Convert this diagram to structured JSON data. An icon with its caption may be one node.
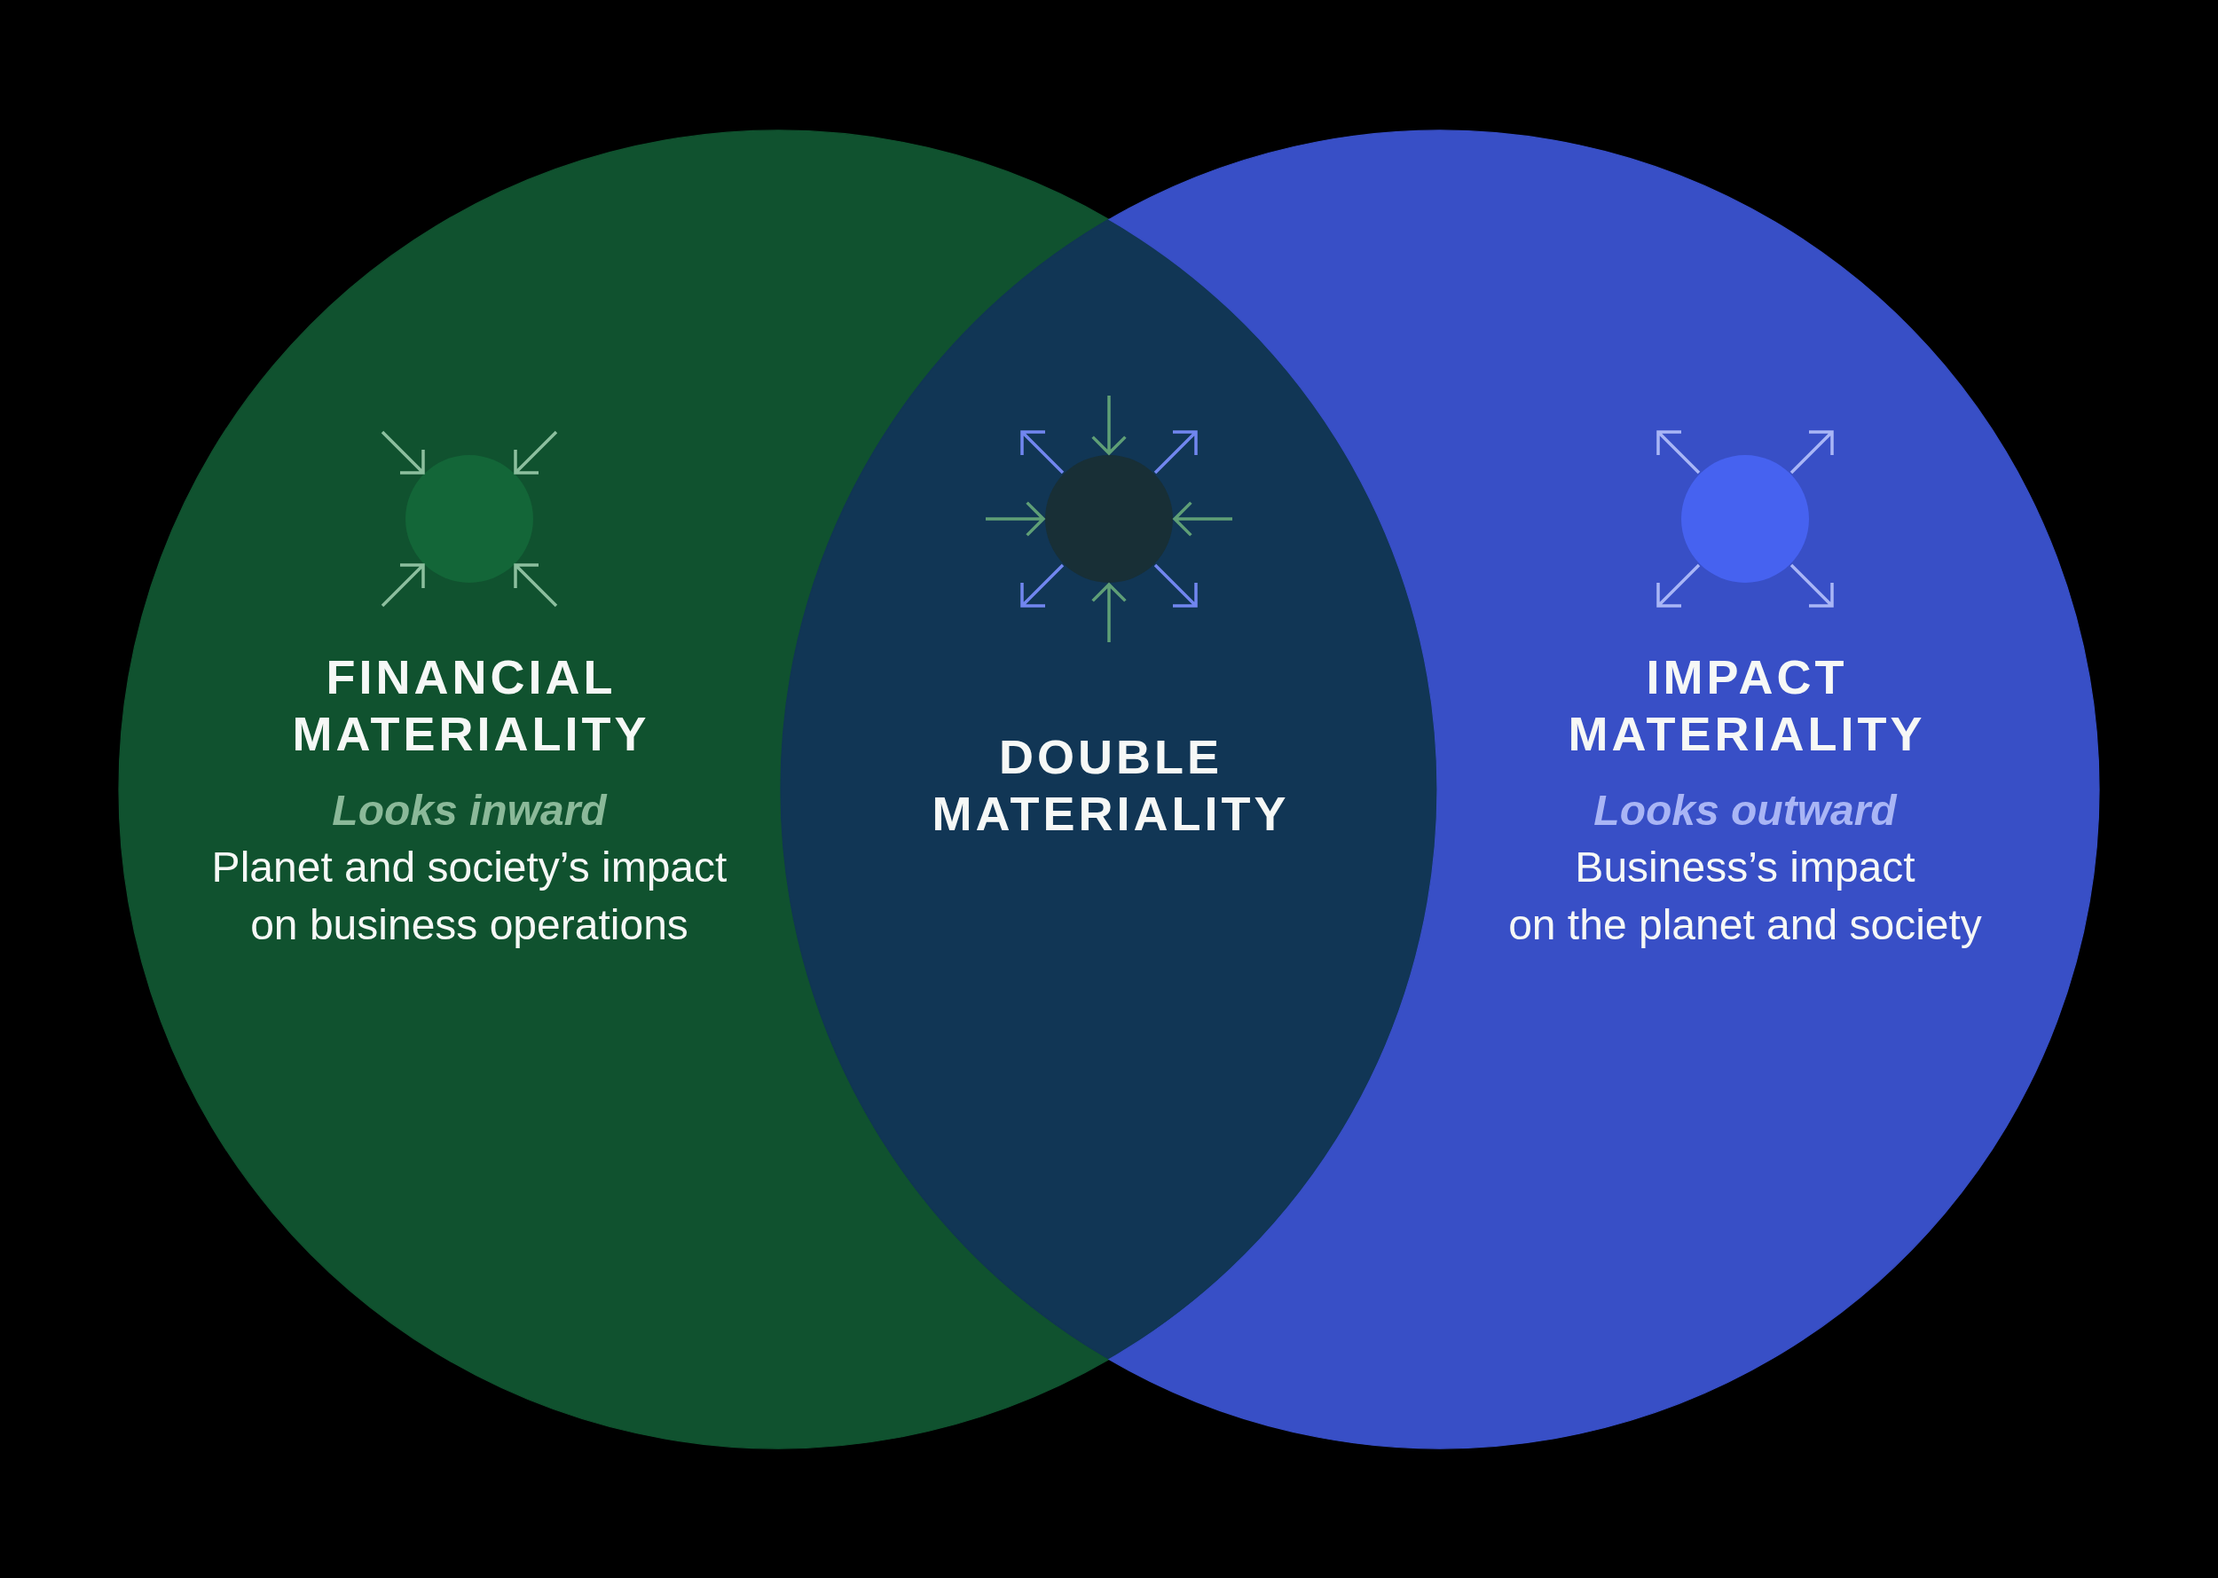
{
  "diagram": {
    "nodes": [
      {
        "text": [
          "FINANCIAL MATERIALITY",
          "Looks inward",
          "Planet and society’s impact on business operations"
        ]
      },
      {
        "text": [
          "DOUBLE MATERIALITY"
        ]
      },
      {
        "text": [
          "IMPACT MATERIALITY",
          "Looks outward",
          "Business’s impact on the planet and society"
        ]
      }
    ]
  }
}
